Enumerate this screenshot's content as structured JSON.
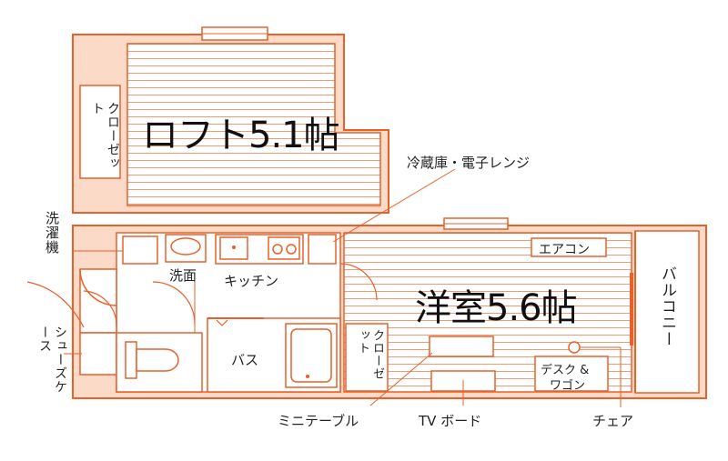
{
  "rooms": {
    "loft": "ロフト5.1帖",
    "western": "洋室5.6帖"
  },
  "labels": {
    "loft_closet": "クローゼット",
    "room_closet": "クローゼット",
    "balcony": "バルコニー",
    "washer": "洗濯機",
    "washbasin": "洗面",
    "kitchen": "キッチン",
    "bath": "バス",
    "shoe_case": "シューズケース",
    "fridge_microwave": "冷蔵庫・電子レンジ",
    "aircon": "エアコン",
    "mini_table": "ミニテーブル",
    "tv_board": "TV ボード",
    "chair": "チェア",
    "desk_wagon_1": "デスク &",
    "desk_wagon_2": "ワゴン"
  },
  "colors": {
    "wall": "#e8602a",
    "fill": "#fbdac7",
    "line": "#f08b5f"
  }
}
